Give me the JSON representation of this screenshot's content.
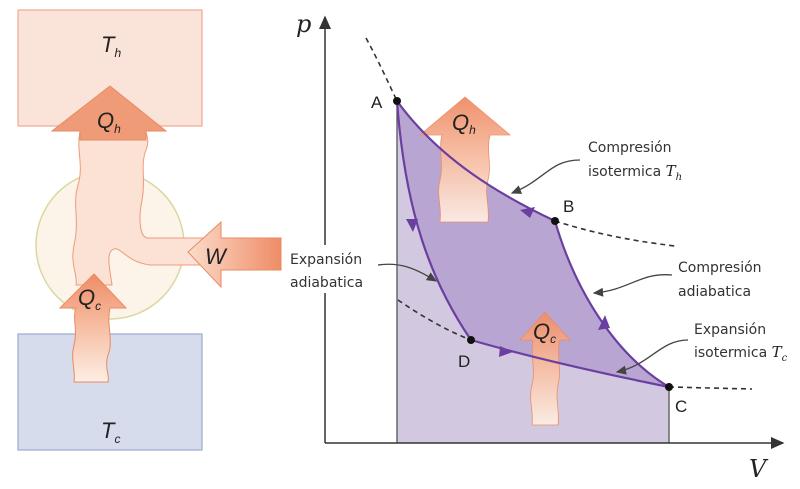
{
  "engine": {
    "hot_reservoir": {
      "symbol": "T",
      "subscript": "h"
    },
    "cold_reservoir": {
      "symbol": "T",
      "subscript": "c"
    },
    "heat_hot": {
      "symbol": "Q",
      "subscript": "h"
    },
    "heat_cold": {
      "symbol": "Q",
      "subscript": "c"
    },
    "work": {
      "symbol": "W"
    }
  },
  "pv": {
    "axis_y": "p",
    "axis_x": "V",
    "points": {
      "A": "A",
      "B": "B",
      "C": "C",
      "D": "D"
    },
    "heat_hot": {
      "symbol": "Q",
      "subscript": "h"
    },
    "heat_cold": {
      "symbol": "Q",
      "subscript": "c"
    },
    "annotations": {
      "iso_hot": {
        "line1": "Compresión",
        "line2": "isotermica",
        "sym": "T",
        "sub": "h"
      },
      "adiab_comp": {
        "line1": "Compresión",
        "line2": "adiabatica"
      },
      "iso_cold": {
        "line1": "Expansión",
        "line2": "isotermica",
        "sym": "T",
        "sub": "c"
      },
      "adiab_exp": {
        "line1": "Expansión",
        "line2": "adiabatica"
      }
    }
  },
  "colors": {
    "hot_box": "#fae3d9",
    "cold_box": "#d6dcec",
    "arrow": "#f0906a",
    "cycle": "#6a3fa0",
    "cycle_fill": "#b9a5d2",
    "under_fill": "#d2c8e0"
  }
}
